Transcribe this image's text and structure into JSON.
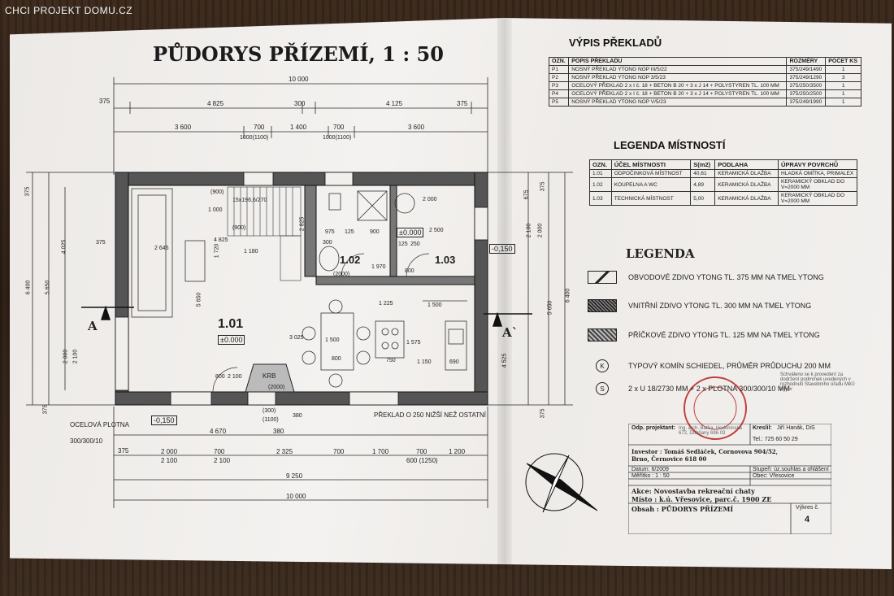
{
  "site_label": "CHCI PROJEKT DOMU.CZ",
  "title": "PŮDORYS PŘÍZEMÍ, 1 : 50",
  "lintels": {
    "title": "VÝPIS PŘEKLADŮ",
    "headers": [
      "OZN.",
      "POPIS PŘEKLADU",
      "ROZMĚRY",
      "POČET KS"
    ],
    "rows": [
      [
        "P1",
        "NOSNÝ PŘEKLAD YTONG NOP III/5/22",
        "375/249/1490",
        "1"
      ],
      [
        "P2",
        "NOSNÝ PŘEKLAD YTONG NOP 3/5/23",
        "375/249/1290",
        "3"
      ],
      [
        "P3",
        "OCELOVÝ PŘEKLAD 2 x I č. 18 + BETON B 20 + 3 x J 14 + POLYSTYREN TL. 100 MM",
        "375/250/3500",
        "1"
      ],
      [
        "P4",
        "OCELOVÝ PŘEKLAD 2 x I č. 18 + BETON B 20 + 3 x J 14 + POLYSTYREN TL. 100 MM",
        "375/250/2500",
        "1"
      ],
      [
        "P5",
        "NOSNÝ PŘEKLAD YTONG NOP V/5/23",
        "375/249/1990",
        "1"
      ]
    ]
  },
  "rooms_legend": {
    "title": "LEGENDA MÍSTNOSTÍ",
    "headers": [
      "OZN.",
      "ÚČEL MÍSTNOSTI",
      "S(m2)",
      "PODLAHA",
      "ÚPRAVY POVRCHŮ"
    ],
    "rows": [
      [
        "1.01",
        "ODPOČINKOVÁ MÍSTNOST",
        "40,61",
        "KERAMICKÁ DLAŽBA",
        "HLADKÁ OMÍTKA, PRIMALEX"
      ],
      [
        "1.02",
        "KOUPELNA A WC",
        "4,89",
        "KERAMICKÁ DLAŽBA",
        "KERAMICKÝ OBKLAD DO V=2000 MM"
      ],
      [
        "1.03",
        "TECHNICKÁ MÍSTNOST",
        "5,00",
        "KERAMICKÁ DLAŽBA",
        "KERAMICKÝ OBKLAD DO V=2000 MM"
      ]
    ]
  },
  "legend": {
    "title": "LEGENDA",
    "items": [
      "OBVODOVÉ ZDIVO YTONG TL. 375 MM NA TMEL YTONG",
      "VNITŘNÍ ZDIVO YTONG TL. 300 MM NA TMEL YTONG",
      "PŘÍČKOVÉ ZDIVO YTONG TL. 125 MM NA TMEL YTONG",
      "TYPOVÝ KOMÍN SCHIEDEL, PRŮMĚR PRŮDUCHU 200 MM",
      "2 x U 18/2730 MM + 2 x PLOTNA 300/300/10 MM"
    ],
    "symbols": [
      "K",
      "S"
    ]
  },
  "plan_labels": {
    "room_101": "1.01",
    "level_101": "±0.000",
    "room_102": "1.02",
    "level_102": "±0.000",
    "room_103": "1.03",
    "krb": "KRB",
    "stairs": "15x196,6/270",
    "section_a": "A",
    "section_a2": "A`",
    "level_ext1": "-0,150",
    "level_ext2": "-0,150",
    "ocel_plotna": "OCELOVÁ PLOTNA",
    "ocel_plotna_dim": "300/300/10",
    "preklad_note": "PŘEKLAD O 250 NIŽŠÍ NEŽ OSTATNÍ"
  },
  "dims_top": {
    "total": "10 000",
    "row2": [
      "375",
      "4 825",
      "300",
      "4 125",
      "375"
    ],
    "row3": [
      "3 600",
      "700",
      "1 400",
      "700",
      "3 600"
    ],
    "row3b": [
      "1000(1100)",
      "1000(1100)"
    ]
  },
  "dims_bottom": {
    "row1": [
      "4 670",
      "380"
    ],
    "row2": [
      "375",
      "2 000",
      "700",
      "2 325",
      "700",
      "1 700",
      "700",
      "1 200"
    ],
    "row2b": [
      "2 100",
      "2 100",
      "600 (1250)"
    ],
    "row3": "9 250",
    "row4": "10 000"
  },
  "dims_left": [
    "375",
    "4 025",
    "5 650",
    "6 400",
    "2 000",
    "2 100",
    "375",
    "375"
  ],
  "dims_right": [
    "675",
    "2 100",
    "2 000",
    "5 650",
    "4 525",
    "6 400",
    "375",
    "375"
  ],
  "interior_dims": [
    "2 645",
    "4 825",
    "1 180",
    "1 720",
    "5 650",
    "2 825",
    "975",
    "125",
    "900",
    "300",
    "2 000",
    "125",
    "250",
    "800",
    "1 970",
    "2 500",
    "1 225",
    "1 500",
    "1 575",
    "1 150",
    "3 025",
    "1 500",
    "800",
    "750",
    "690",
    "800",
    "2 100",
    "1 000",
    "(900)",
    "(900)",
    "(2000)",
    "(300)",
    "(1100)",
    "380",
    "(2000)"
  ],
  "title_block": {
    "projektant_label": "Odp. projektant:",
    "projektant": "Ing. arch. Baťka, Hodonínská 672, Dubňany 696 03",
    "kreslil_label": "Kreslil:",
    "kreslil": "Jiří Hanák, DiS",
    "tel": "Tel.: 725 60 50 29",
    "investor": "Investor : Tomáš Sedláček, Cornovova 904/52, Brno, Černovice 618 00",
    "datum": "Datum: 6/2009",
    "meritko": "Měřítko : 1 : 50",
    "stupen": "Stupeň: úz.souhlas a ohlášení",
    "obec": "Obec: Vřesovice",
    "akce": "Akce: Novostavba rekreační chaty",
    "misto": "Místo : k.ú. Vřesovice, parc.č. 1900 ZE",
    "obsah": "Obsah : PŮDORYS PŘÍZEMÍ",
    "vykres_label": "Výkres č.",
    "vykres": "4",
    "stamp_text": "Schváleno se k provedení za dodržení podmínek uvedených v rozhodnutí Stavebního úřadu MěÚ Kyjov"
  },
  "colors": {
    "ink": "#222222",
    "paper": "#f0eeeb",
    "stamp": "#c04040"
  }
}
